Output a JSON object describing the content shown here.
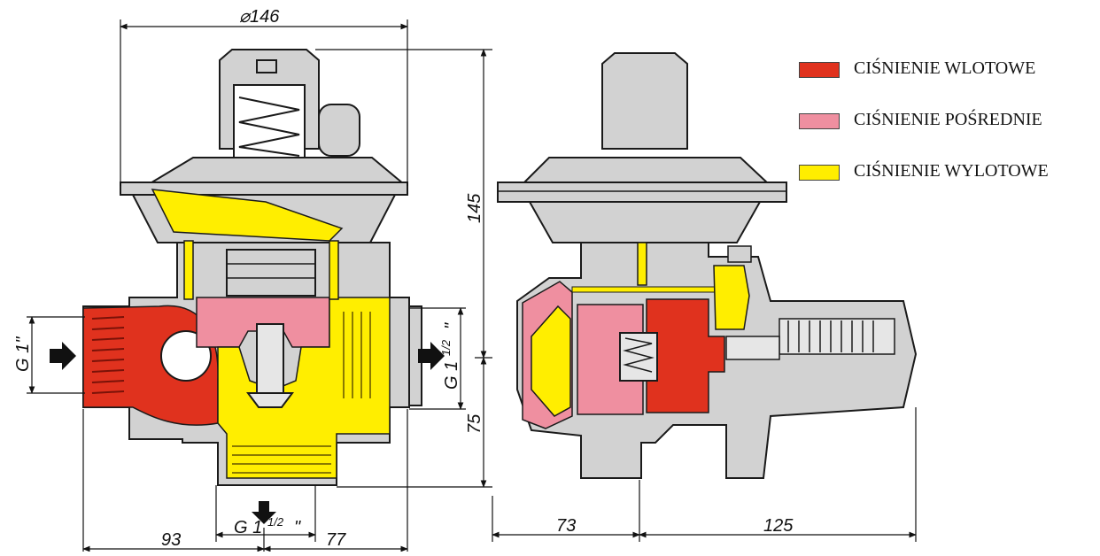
{
  "colors": {
    "inlet": "#e0321e",
    "intermediate": "#ef8fa0",
    "outlet": "#ffee00",
    "body_gray": "#d2d2d2",
    "outline": "#1a1a1a"
  },
  "legend": {
    "items": [
      {
        "label": "CIŚNIENIE WLOTOWE",
        "color": "#e0321e"
      },
      {
        "label": "CIŚNIENIE POŚREDNIE",
        "color": "#ef8fa0"
      },
      {
        "label": "CIŚNIENIE WYLOTOWE",
        "color": "#ffee00"
      }
    ]
  },
  "dimensions": {
    "diameter": "⌀146",
    "height_total": "145",
    "height_lower": "75",
    "width_left": "93",
    "width_right": "77",
    "side_left": "73",
    "side_right": "125"
  },
  "threads": {
    "inlet_main": "G 1\"",
    "outlet_main": "G 1",
    "outlet_sup": "1/2",
    "outlet_quote": "\"",
    "bottom_main": "G 1",
    "bottom_sup": "1/2",
    "bottom_quote": "\""
  },
  "icons": {
    "flow_arrow": "arrow-icon"
  }
}
